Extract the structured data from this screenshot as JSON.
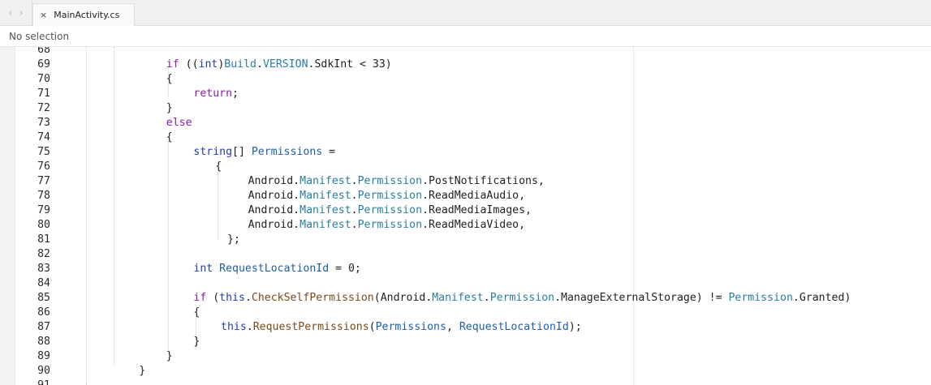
{
  "tabbar": {
    "back_glyph": "‹",
    "forward_glyph": "›",
    "tab_close": "×",
    "tab_title": "MainActivity.cs"
  },
  "breadcrumb": {
    "text": "No selection"
  },
  "editor": {
    "lines": [
      {
        "n": "68",
        "indent": 0,
        "tokens": []
      },
      {
        "n": "69",
        "indent": 3,
        "tokens": [
          [
            "kw",
            "if"
          ],
          [
            "pl",
            " (("
          ],
          [
            "kb",
            "int"
          ],
          [
            "pl",
            ")"
          ],
          [
            "cl",
            "Build"
          ],
          [
            "pl",
            "."
          ],
          [
            "cl",
            "VERSION"
          ],
          [
            "pl",
            ".SdkInt < 33)"
          ]
        ]
      },
      {
        "n": "70",
        "indent": 3,
        "tokens": [
          [
            "pl",
            "{"
          ]
        ]
      },
      {
        "n": "71",
        "indent": 4,
        "tokens": [
          [
            "kw",
            "return"
          ],
          [
            "pl",
            ";"
          ]
        ]
      },
      {
        "n": "72",
        "indent": 3,
        "tokens": [
          [
            "pl",
            "}"
          ]
        ]
      },
      {
        "n": "73",
        "indent": 3,
        "tokens": [
          [
            "kw",
            "else"
          ]
        ]
      },
      {
        "n": "74",
        "indent": 3,
        "tokens": [
          [
            "pl",
            "{"
          ]
        ]
      },
      {
        "n": "75",
        "indent": 4,
        "tokens": [
          [
            "kb",
            "string"
          ],
          [
            "pl",
            "[] "
          ],
          [
            "ty",
            "Permissions"
          ],
          [
            "pl",
            " ="
          ]
        ]
      },
      {
        "n": "76",
        "indent": 4.8,
        "tokens": [
          [
            "pl",
            "{"
          ]
        ]
      },
      {
        "n": "77",
        "indent": 6,
        "tokens": [
          [
            "pl",
            "Android."
          ],
          [
            "cl",
            "Manifest"
          ],
          [
            "pl",
            "."
          ],
          [
            "cl",
            "Permission"
          ],
          [
            "pl",
            ".PostNotifications,"
          ]
        ]
      },
      {
        "n": "78",
        "indent": 6,
        "tokens": [
          [
            "pl",
            "Android."
          ],
          [
            "cl",
            "Manifest"
          ],
          [
            "pl",
            "."
          ],
          [
            "cl",
            "Permission"
          ],
          [
            "pl",
            ".ReadMediaAudio,"
          ]
        ]
      },
      {
        "n": "79",
        "indent": 6,
        "tokens": [
          [
            "pl",
            "Android."
          ],
          [
            "cl",
            "Manifest"
          ],
          [
            "pl",
            "."
          ],
          [
            "cl",
            "Permission"
          ],
          [
            "pl",
            ".ReadMediaImages,"
          ]
        ]
      },
      {
        "n": "80",
        "indent": 6,
        "tokens": [
          [
            "pl",
            "Android."
          ],
          [
            "cl",
            "Manifest"
          ],
          [
            "pl",
            "."
          ],
          [
            "cl",
            "Permission"
          ],
          [
            "pl",
            ".ReadMediaVideo,"
          ]
        ]
      },
      {
        "n": "81",
        "indent": 5,
        "tokens": [
          [
            "pl",
            " };"
          ]
        ]
      },
      {
        "n": "82",
        "indent": 0,
        "tokens": []
      },
      {
        "n": "83",
        "indent": 4,
        "tokens": [
          [
            "kb",
            "int"
          ],
          [
            "pl",
            " "
          ],
          [
            "ty",
            "RequestLocationId"
          ],
          [
            "pl",
            " = 0;"
          ]
        ]
      },
      {
        "n": "84",
        "indent": 0,
        "tokens": []
      },
      {
        "n": "85",
        "indent": 4,
        "tokens": [
          [
            "kw",
            "if"
          ],
          [
            "pl",
            " ("
          ],
          [
            "kb",
            "this"
          ],
          [
            "pl",
            "."
          ],
          [
            "mt",
            "CheckSelfPermission"
          ],
          [
            "pl",
            "(Android."
          ],
          [
            "cl",
            "Manifest"
          ],
          [
            "pl",
            "."
          ],
          [
            "cl",
            "Permission"
          ],
          [
            "pl",
            ".ManageExternalStorage) != "
          ],
          [
            "cl",
            "Permission"
          ],
          [
            "pl",
            ".Granted)"
          ]
        ]
      },
      {
        "n": "86",
        "indent": 4,
        "tokens": [
          [
            "pl",
            "{"
          ]
        ]
      },
      {
        "n": "87",
        "indent": 5,
        "tokens": [
          [
            "kb",
            "this"
          ],
          [
            "pl",
            "."
          ],
          [
            "mt",
            "RequestPermissions"
          ],
          [
            "pl",
            "("
          ],
          [
            "ty",
            "Permissions"
          ],
          [
            "pl",
            ", "
          ],
          [
            "ty",
            "RequestLocationId"
          ],
          [
            "pl",
            ");"
          ]
        ]
      },
      {
        "n": "88",
        "indent": 4,
        "tokens": [
          [
            "pl",
            "}"
          ]
        ]
      },
      {
        "n": "89",
        "indent": 3,
        "tokens": [
          [
            "pl",
            "}"
          ]
        ]
      },
      {
        "n": "90",
        "indent": 2,
        "tokens": [
          [
            "pl",
            "}"
          ]
        ]
      },
      {
        "n": "91",
        "indent": 0,
        "tokens": []
      }
    ]
  }
}
